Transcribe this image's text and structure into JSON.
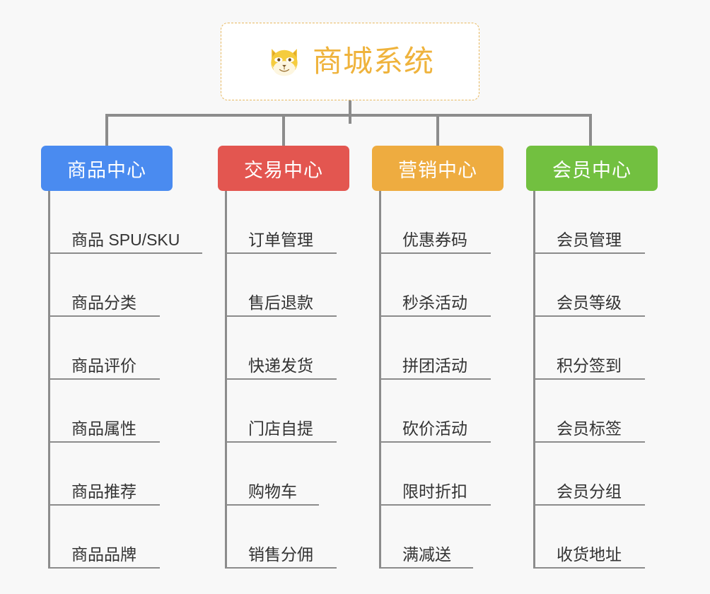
{
  "diagram": {
    "type": "mind-map",
    "background_color": "#f8f8f8",
    "connector_color": "#8c8c8c",
    "root": {
      "title": "商城系统",
      "icon": "shiba-dog-face-icon",
      "text_color": "#efb33c",
      "border_color": "#e8b960",
      "background_color": "#ffffff"
    },
    "branches": [
      {
        "label": "商品中心",
        "color": "#4a8bf0",
        "items": [
          "商品 SPU/SKU",
          "商品分类",
          "商品评价",
          "商品属性",
          "商品推荐",
          "商品品牌"
        ]
      },
      {
        "label": "交易中心",
        "color": "#e35650",
        "items": [
          "订单管理",
          "售后退款",
          "快递发货",
          "门店自提",
          "购物车",
          "销售分佣"
        ]
      },
      {
        "label": "营销中心",
        "color": "#eeac40",
        "items": [
          "优惠券码",
          "秒杀活动",
          "拼团活动",
          "砍价活动",
          "限时折扣",
          "满减送"
        ]
      },
      {
        "label": "会员中心",
        "color": "#72c040",
        "items": [
          "会员管理",
          "会员等级",
          "积分签到",
          "会员标签",
          "会员分组",
          "收货地址"
        ]
      }
    ]
  }
}
